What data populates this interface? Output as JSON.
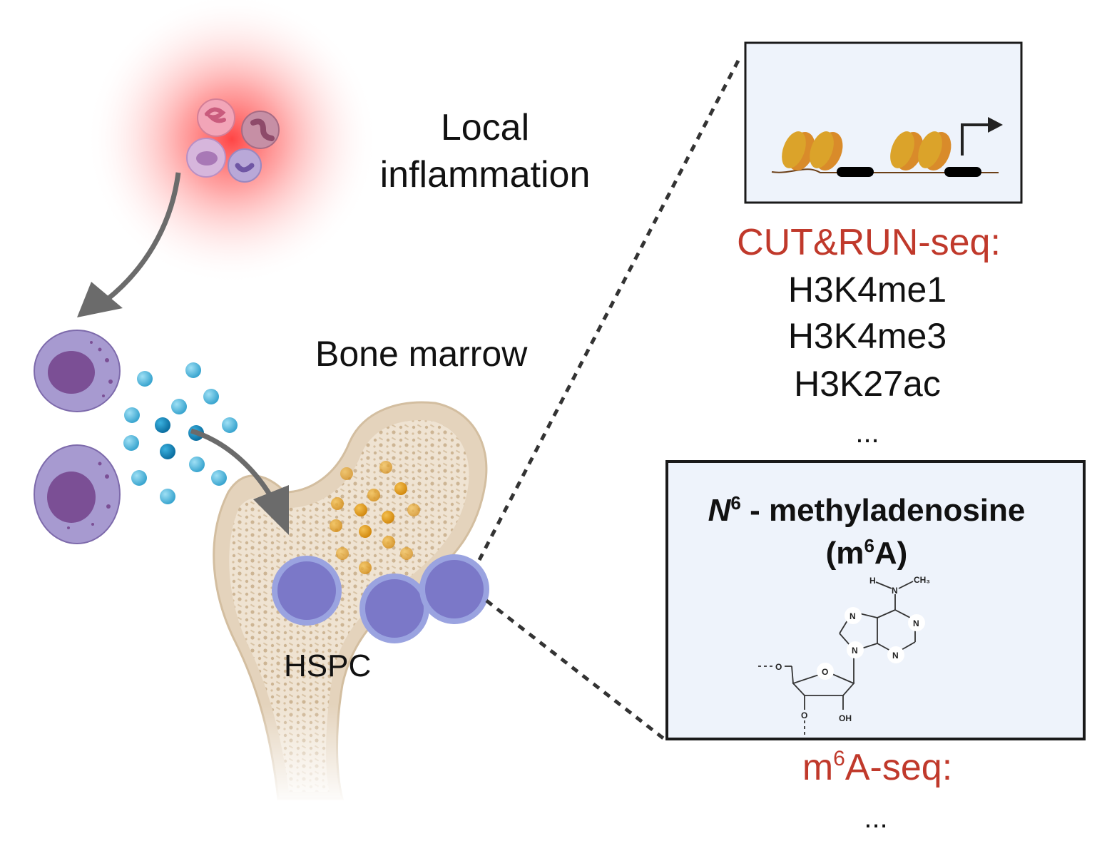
{
  "labels": {
    "local_inflammation_line1": "Local",
    "local_inflammation_line2": "inflammation",
    "bone_marrow": "Bone marrow",
    "hspc": "HSPC"
  },
  "cutrun_panel": {
    "title": "CUT&RUN-seq:",
    "marks": [
      "H3K4me1",
      "H3K4me3",
      "H3K27ac"
    ],
    "ellipsis": "..."
  },
  "m6a_panel": {
    "title_italic": "N",
    "title_sup": "6",
    "title_rest": " - methyladenosine",
    "abbrev_open": "(m",
    "abbrev_sup": "6",
    "abbrev_close": "A)",
    "chem_atoms": {
      "n": "N",
      "h": "H",
      "ch3": "CH₃",
      "o": "O",
      "oh": "OH"
    }
  },
  "m6a_seq": {
    "title_m": "m",
    "title_sup": "6",
    "title_rest": "A-seq:",
    "ellipsis": "..."
  },
  "colors": {
    "red_label": "#c0392b",
    "panel_bg": "#eef3fb",
    "hspc": "#7b78c8",
    "nucleosome": "#dba32a"
  }
}
